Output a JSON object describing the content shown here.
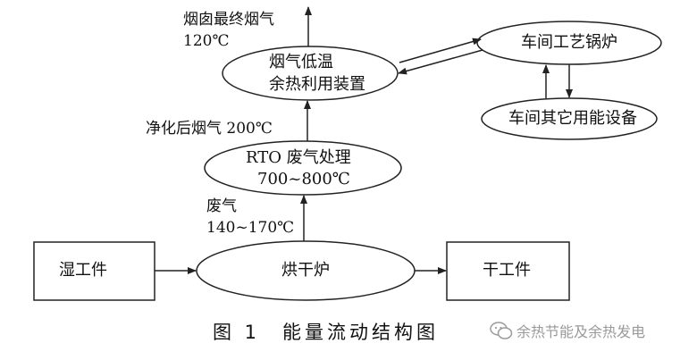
{
  "nodes": {
    "wet_workpiece": "湿工件",
    "drying_oven": "烘干炉",
    "dry_workpiece": "干工件",
    "rto_line1": "RTO 废气处理",
    "rto_line2": "700~800℃",
    "heat_recovery_line1": "烟气低温",
    "heat_recovery_line2": "余热利用装置",
    "workshop_boiler": "车间工艺锅炉",
    "other_equipment": "车间其它用能设备"
  },
  "labels": {
    "exhaust_line1": "废气",
    "exhaust_line2": "140~170℃",
    "purified_flue_gas": "净化后烟气 200℃",
    "stack_flue_gas_line1": "烟囱最终烟气",
    "stack_flue_gas_line2": "120℃"
  },
  "caption": "图 1　能量流动结构图",
  "watermark": "余热节能及余热发电"
}
